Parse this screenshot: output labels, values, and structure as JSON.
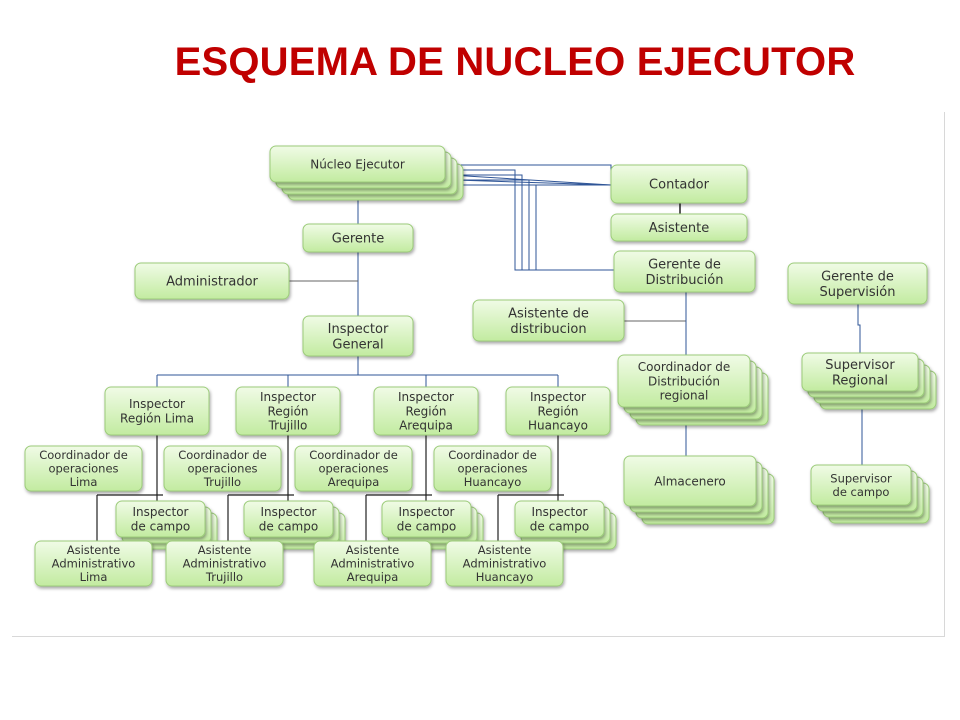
{
  "title": "ESQUEMA DE NUCLEO EJECUTOR",
  "colors": {
    "title": "#c00000",
    "node_fill_top": "#f0fbe6",
    "node_fill_bottom": "#c2eba0",
    "node_border": "#9ccc7a",
    "connector": "#2f5597",
    "text": "#333333"
  },
  "nodes": {
    "nucleo": [
      "Núcleo Ejecutor"
    ],
    "contador": [
      "Contador"
    ],
    "asistente": [
      "Asistente"
    ],
    "gerente": [
      "Gerente"
    ],
    "gerente_dist": [
      "Gerente de",
      "Distribución"
    ],
    "administrador": [
      "Administrador"
    ],
    "gerente_sup": [
      "Gerente de",
      "Supervisión"
    ],
    "asist_dist": [
      "Asistente de",
      "distribucion"
    ],
    "insp_general": [
      "Inspector",
      "General"
    ],
    "coord_dist": [
      "Coordinador de",
      "Distribución",
      "regional"
    ],
    "supervisor_reg": [
      "Supervisor",
      "Regional"
    ],
    "insp_lima": [
      "Inspector",
      "Región Lima"
    ],
    "insp_trujillo": [
      "Inspector",
      "Región",
      "Trujillo"
    ],
    "insp_arequipa": [
      "Inspector",
      "Región",
      "Arequipa"
    ],
    "insp_huancayo": [
      "Inspector",
      "Región",
      "Huancayo"
    ],
    "coord_lima": [
      "Coordinador de",
      "operaciones",
      "Lima"
    ],
    "coord_trujillo": [
      "Coordinador de",
      "operaciones",
      "Trujillo"
    ],
    "coord_arequipa": [
      "Coordinador de",
      "operaciones",
      "Arequipa"
    ],
    "coord_huancayo": [
      "Coordinador de",
      "operaciones",
      "Huancayo"
    ],
    "almacenero": [
      "Almacenero"
    ],
    "supervisor_campo": [
      "Supervisor",
      "de campo"
    ],
    "campo_lima": [
      "Inspector",
      "de campo"
    ],
    "campo_trujillo": [
      "Inspector",
      "de campo"
    ],
    "campo_arequipa": [
      "Inspector",
      "de campo"
    ],
    "campo_huancayo": [
      "Inspector",
      "de campo"
    ],
    "asis_lima": [
      "Asistente",
      "Administrativo",
      "Lima"
    ],
    "asis_trujillo": [
      "Asistente",
      "Administrativo",
      "Trujillo"
    ],
    "asis_arequipa": [
      "Asistente",
      "Administrativo",
      "Arequipa"
    ],
    "asis_huancayo": [
      "Asistente",
      "Administrativo",
      "Huancayo"
    ]
  }
}
